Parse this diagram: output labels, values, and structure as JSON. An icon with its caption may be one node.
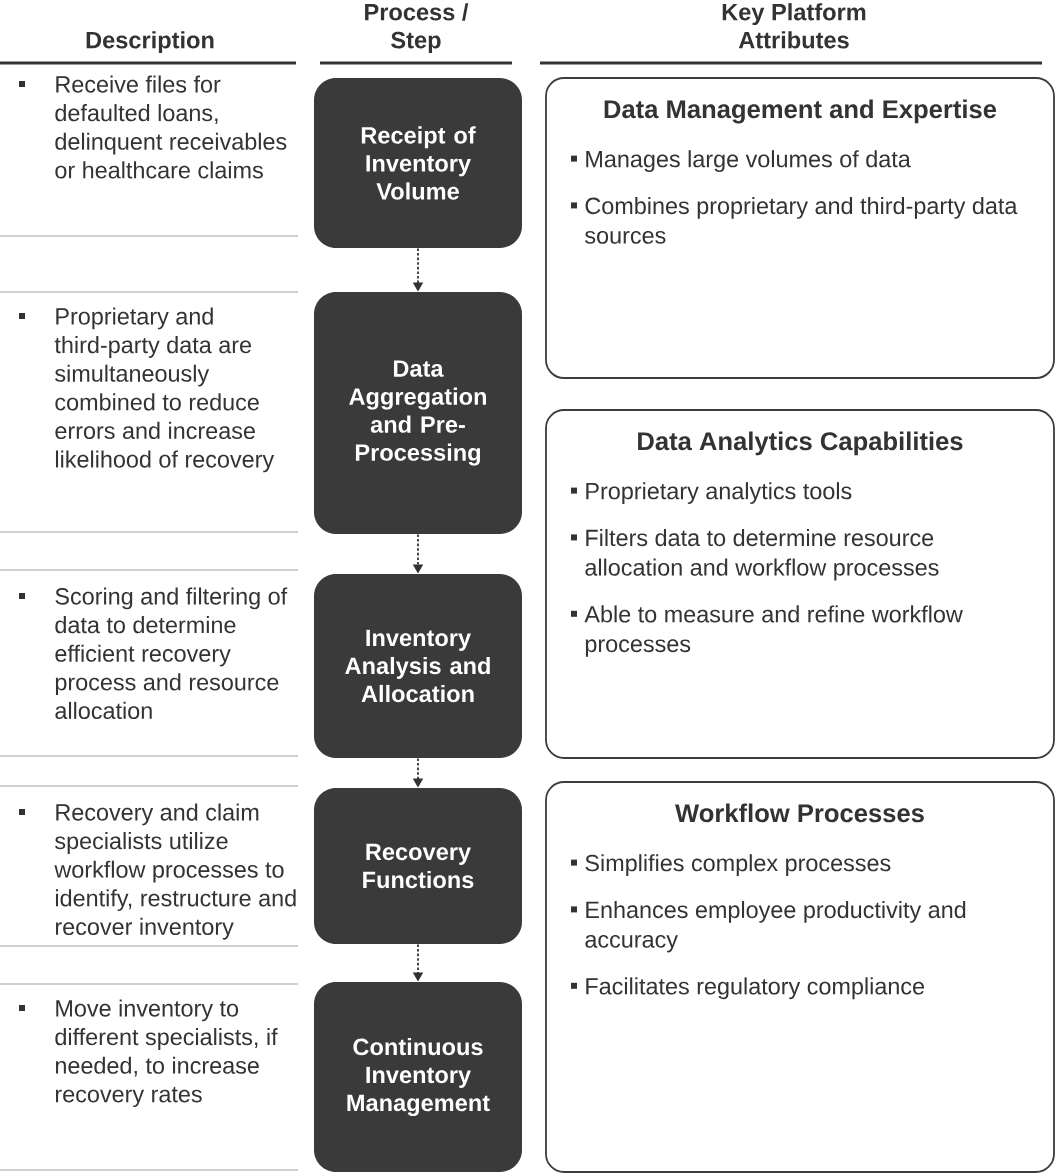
{
  "diagram": {
    "nodes": [
      {
        "text": [
          "Receipt of Inventory Volume"
        ],
        "beside": [
          "Receive files for defaulted loans, delinquent receivables or healthcare claims"
        ]
      },
      {
        "text": [
          "Data Aggregation and Pre-Processing"
        ],
        "beside": [
          "Proprietary and third-party data are simultaneously combined to reduce errors and increase likelihood of recovery"
        ]
      },
      {
        "text": [
          "Inventory Analysis and Allocation"
        ],
        "beside": [
          "Scoring and filtering of data to determine efficient recovery process and resource allocation"
        ]
      },
      {
        "text": [
          "Recovery Functions"
        ],
        "beside": [
          "Recovery and claim specialists utilize workflow processes to identify, restructure and recover inventory"
        ]
      },
      {
        "text": [
          "Continuous Inventory Management"
        ],
        "beside": [
          "Move inventory to different specialists, if needed, to increase recovery rates"
        ]
      },
      {
        "text": [
          "Data Management and Expertise",
          "Manages large volumes of data",
          "Combines proprietary and third-party data sources"
        ]
      },
      {
        "text": [
          "Data Analytics Capabilities",
          "Proprietary analytics tools",
          "Filters data to determine resource allocation and workflow processes",
          "Able to measure and refine workflow processes"
        ]
      },
      {
        "text": [
          "Workflow Processes",
          "Simplifies complex processes",
          "Enhances employee productivity and accuracy",
          "Facilitates regulatory compliance"
        ]
      }
    ],
    "edges": [
      {
        "from": 0,
        "to": 1,
        "arrow": "to",
        "style": "dashed"
      },
      {
        "from": 1,
        "to": 2,
        "arrow": "to",
        "style": "dashed"
      },
      {
        "from": 2,
        "to": 3,
        "arrow": "to",
        "style": "dashed"
      },
      {
        "from": 3,
        "to": 4,
        "arrow": "to",
        "style": "dashed"
      }
    ],
    "labels": [
      "Description",
      "Process / Step",
      "Key Platform Attributes"
    ]
  }
}
